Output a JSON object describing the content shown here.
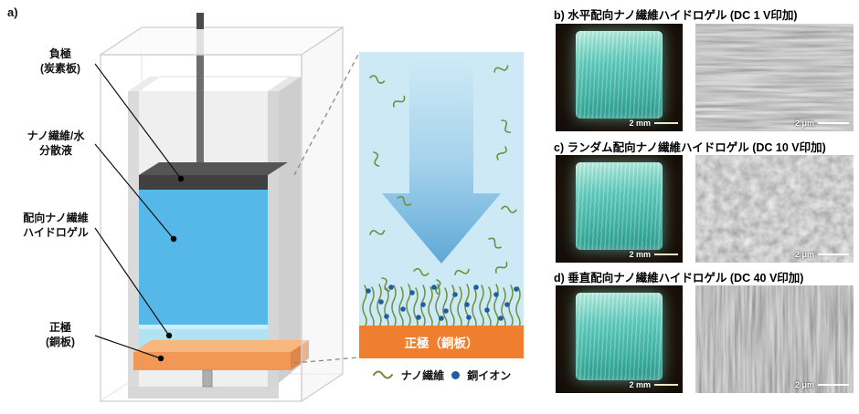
{
  "figure": {
    "panel_a": {
      "label": "a)",
      "annotations": [
        {
          "id": "negative-electrode",
          "label": "負極\n(炭素板)"
        },
        {
          "id": "dispersion",
          "label": "ナノ繊維/水\n分散液"
        },
        {
          "id": "aligned-hydrogel",
          "label": "配向ナノ繊維\nハイドロゲル"
        },
        {
          "id": "positive-electrode",
          "label": "正極\n(銅板)"
        }
      ],
      "inset": {
        "electrode_label": "正極（銅板）",
        "legend": [
          {
            "icon": "nanofiber-squiggle-icon",
            "label": "ナノ繊維"
          },
          {
            "icon": "copper-ion-icon",
            "label": "銅イオン"
          }
        ]
      }
    },
    "panels": [
      {
        "id": "b",
        "label": "b)",
        "title": "水平配向ナノ繊維ハイドロゲル (DC 1 V印加)",
        "photo_scale": "2 mm",
        "sem_scale": "2 μm"
      },
      {
        "id": "c",
        "label": "c)",
        "title": "ランダム配向ナノ繊維ハイドロゲル (DC 10 V印加)",
        "photo_scale": "2 mm",
        "sem_scale": "2 μm"
      },
      {
        "id": "d",
        "label": "d)",
        "title": "垂直配向ナノ繊維ハイドロゲル (DC 40 V印加)",
        "photo_scale": "2 mm",
        "sem_scale": "2 μm"
      }
    ]
  },
  "colors": {
    "dispersion_blue": "#2ba7e3",
    "hydrogel_cyan": "#9fdcf0",
    "copper_orange": "#ef7f2e",
    "nanofiber_green": "#6f8f3b",
    "copper_ion_navy": "#1e5e9e",
    "gel_photo_teal": "#4cc2b2"
  }
}
